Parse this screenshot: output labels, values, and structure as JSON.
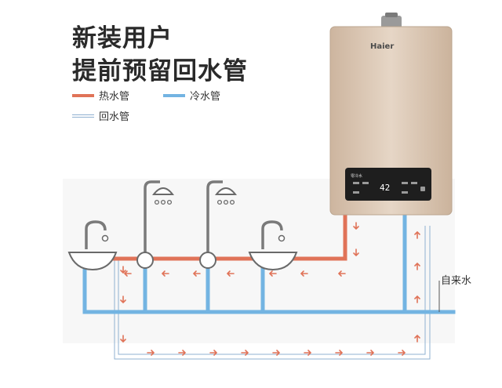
{
  "title": {
    "line1": "新装用户",
    "line2": "提前预留回水管"
  },
  "legend": {
    "hot": "热水管",
    "cold": "冷水管",
    "return": "回水管"
  },
  "heater": {
    "brand": "Haier",
    "display": "42",
    "panel_logo": "零冷水"
  },
  "labels": {
    "water_inlet": "自来水"
  },
  "colors": {
    "hot": "#e07358",
    "cold": "#73b4e2",
    "return": "#8fb0d0",
    "heater_body": "#dcc8b4"
  }
}
